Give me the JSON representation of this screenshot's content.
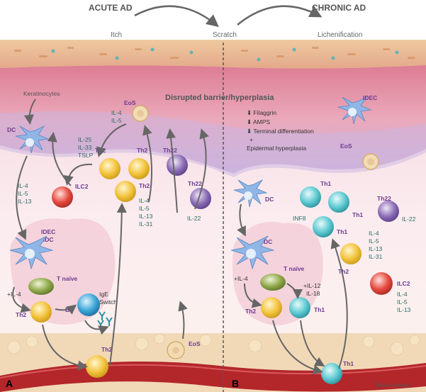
{
  "header": {
    "acute_title": "ACUTE AD",
    "chronic_title": "CHRONIC AD",
    "itch": "Itch",
    "scratch": "Scratch",
    "lichenification": "Lichenification"
  },
  "barrier": {
    "title": "Disrupted barrier/hyperplasia",
    "items": [
      "⬇ Filaggrin",
      "⬇ AMPS",
      "⬇ Terminal differentiation",
      "+",
      "Epidermal hyperplasia"
    ]
  },
  "panel_a": {
    "label": "A",
    "keratinocytes": "Keratinocytes",
    "dc": "DC",
    "eos": "EoS",
    "eos_cytokines": [
      "IL-4",
      "IL-5"
    ],
    "epi_cytokines": [
      "IL-25",
      "IL-33",
      "TSLP"
    ],
    "ilc2_cytokines": [
      "IL-4",
      "IL-5",
      "IL-13"
    ],
    "ilc2": "ILC2",
    "th2": "Th2",
    "th2_cytokines": [
      "IL-4",
      "IL-5",
      "IL-13",
      "IL-31"
    ],
    "th22": "Th22",
    "il22": "IL-22",
    "idec": "IDEC",
    "ddc": "dDC",
    "t_naive": "T naïve",
    "plus_il4": "+IL-4",
    "b": "B",
    "ige": "IgE",
    "switch": "Switch",
    "eos_bottom": "EoS"
  },
  "panel_b": {
    "label": "B",
    "idec": "IDEC",
    "eos": "EoS",
    "dc": "DC",
    "th1": "Th1",
    "inf8": "INF8",
    "th22": "Th22",
    "il22": "IL-22",
    "th2_cytokines": [
      "IL-4",
      "IL-5",
      "IL-13",
      "IL-31"
    ],
    "th2": "Th2",
    "ilc2": "ILC2",
    "ilc2_cytokines": [
      "IL-4",
      "IL-5",
      "IL-13"
    ],
    "t_naive": "T naïve",
    "plus_il4": "+IL-4",
    "plus_il12": "+IL-12",
    "il18": "IL-18",
    "blood_vessel": "Blood vessel"
  },
  "colors": {
    "th2": "#f2c23a",
    "th1": "#5cc8d0",
    "th22": "#8a6bb5",
    "ilc2": "#e5483c",
    "dc": "#8fb6e6",
    "b": "#3aa6d8",
    "tnaive": "#8ea84a",
    "eos": "#e8c89a"
  }
}
